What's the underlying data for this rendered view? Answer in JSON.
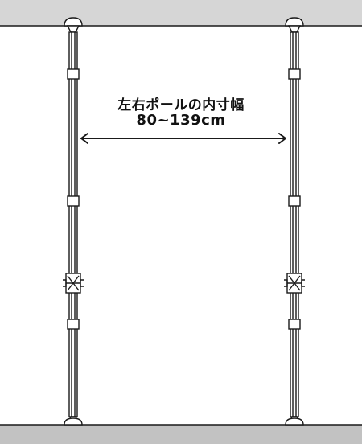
{
  "dimension_label": {
    "title": "左右ポールの内寸幅",
    "range": "80~139cm"
  },
  "colors": {
    "ceiling": "#d6d6d6",
    "floor": "#c2c2c2",
    "line": "#1a1a1a",
    "pole_fill": "#ffffff"
  },
  "icons": {
    "arrow": "double-headed-arrow"
  }
}
